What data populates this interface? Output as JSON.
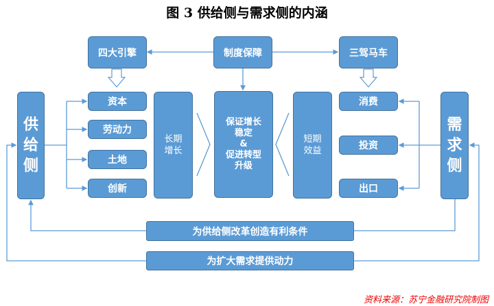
{
  "title": "图 3 供给侧与需求侧的内涵",
  "top": {
    "engines": "四大引擎",
    "institution": "制度保障",
    "troika": "三驾马车"
  },
  "supply": {
    "label": "供给侧",
    "items": [
      "资本",
      "劳动力",
      "土地",
      "创新"
    ],
    "effect": "长期增长"
  },
  "center": {
    "line1": "保证增长",
    "line2": "稳定",
    "line3": "&",
    "line4": "促进转型",
    "line5": "升级"
  },
  "demand": {
    "label": "需求侧",
    "items": [
      "消费",
      "投资",
      "出口"
    ],
    "effect": "短期效益"
  },
  "bars": {
    "bar1": "为供给侧改革创造有利条件",
    "bar2": "为扩大需求提供动力"
  },
  "source": "资料来源：苏宁金融研究院制图",
  "colors": {
    "box": "#5b9bd5",
    "line": "#5b9bd5",
    "source": "#e00000"
  }
}
